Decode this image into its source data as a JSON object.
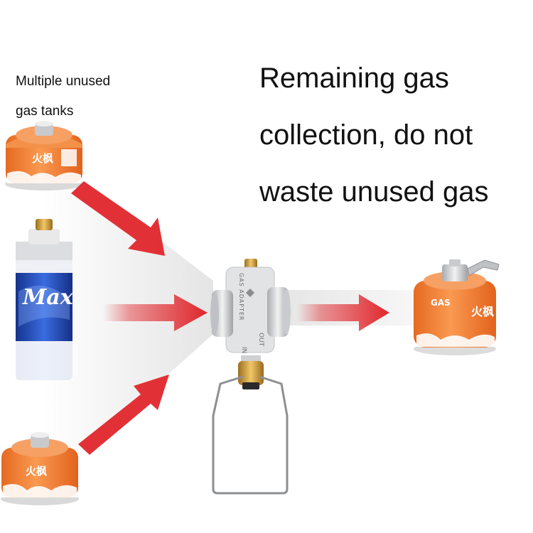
{
  "caption": {
    "line1": "Multiple unused",
    "line2": "gas tanks"
  },
  "headline": {
    "line1": "Remaining gas",
    "line2": "collection, do not",
    "line3": "waste unused gas"
  },
  "adapter": {
    "label": "GAS ADAPTER",
    "out_label": "OUT",
    "in_label": "IN"
  },
  "tanks": {
    "orange_brand": "火枫",
    "blue_brand": "Max",
    "right_tank_side": "GAS"
  },
  "colors": {
    "arrow": "#e0262b",
    "orange_tank": "#f5823a",
    "blue_can": "#1f46b8",
    "brass": "#c99a3a",
    "aluminum": "#d9dadc"
  }
}
